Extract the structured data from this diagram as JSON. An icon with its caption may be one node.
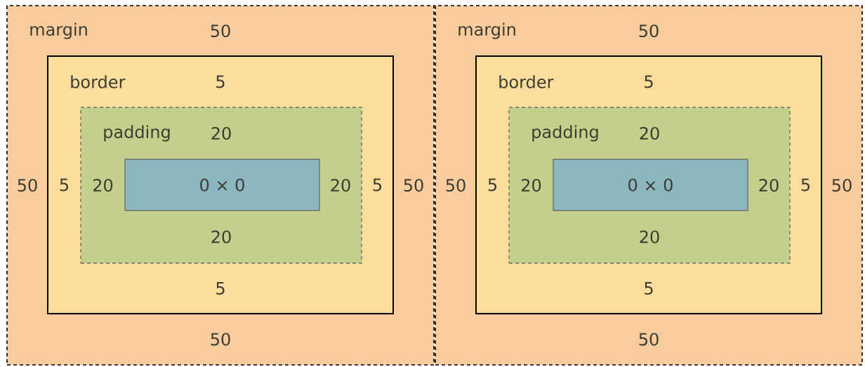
{
  "diagram": {
    "nodes": [
      {
        "text": [
          "margin",
          "50",
          "50",
          "50",
          "50"
        ]
      },
      {
        "text": [
          "border",
          "5",
          "5",
          "5",
          "5"
        ],
        "in": 0
      },
      {
        "text": [
          "padding",
          "20",
          "20",
          "20",
          "20"
        ],
        "in": 1
      },
      {
        "text": [
          "0 × 0"
        ],
        "in": 2
      },
      {
        "text": [
          "margin",
          "50",
          "50",
          "50",
          "50"
        ]
      },
      {
        "text": [
          "border",
          "5",
          "5",
          "5",
          "5"
        ],
        "in": 4
      },
      {
        "text": [
          "padding",
          "20",
          "20",
          "20",
          "20"
        ],
        "in": 5
      },
      {
        "text": [
          "0 × 0"
        ],
        "in": 6
      }
    ]
  }
}
